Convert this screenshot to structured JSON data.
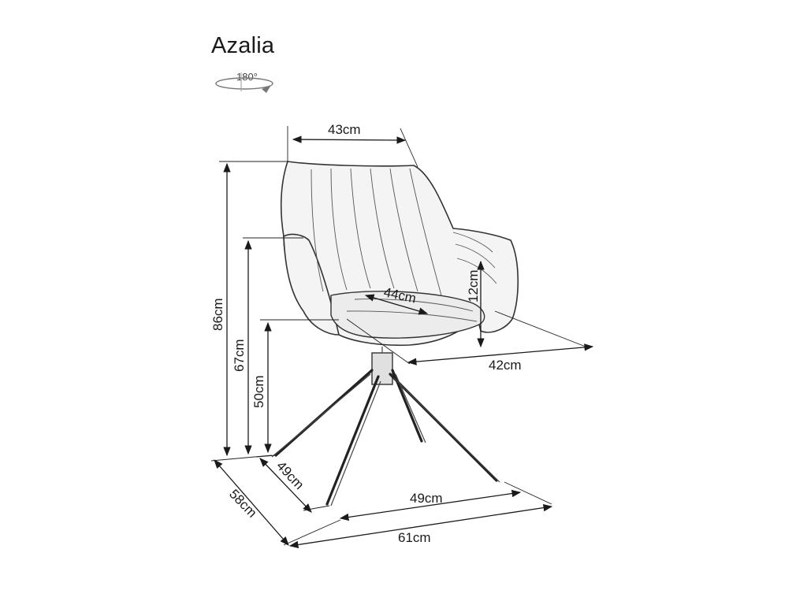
{
  "product": {
    "name": "Azalia",
    "rotation_label": "180°"
  },
  "dimensions": {
    "backrest_width": "43cm",
    "seat_depth": "44cm",
    "armrest_height_above_seat": "12cm",
    "seat_width": "42cm",
    "total_height": "86cm",
    "armrest_height": "67cm",
    "seat_height": "50cm",
    "base_depth": "49cm",
    "base_width": "49cm",
    "total_depth": "58cm",
    "total_width": "61cm"
  },
  "icons": {
    "rotation": "rotate-180-icon"
  }
}
